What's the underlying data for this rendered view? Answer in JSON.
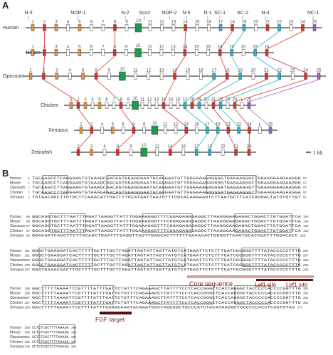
{
  "panels": {
    "a": "A",
    "b": "B"
  },
  "genome": {
    "regions": [
      "N-3",
      "NOP-1",
      "N-2",
      "Sox2",
      "NOP-2",
      "N-5",
      "N-1",
      "SC-1",
      "SC-2",
      "N-4",
      "NC-1"
    ],
    "species": [
      "Human",
      "Mouse",
      "Opossum",
      "Chicken",
      "Xenopus",
      "Zebrafish"
    ],
    "human_nums": [
      "1",
      "2",
      "3",
      "4",
      "5",
      "6",
      "7",
      "8",
      "9",
      "10",
      "11",
      "12",
      "13",
      "14",
      "15",
      "16",
      "17",
      "18",
      "19",
      "20",
      "21",
      "22",
      "23",
      "24",
      "25"
    ],
    "mouse_nums": [
      "1",
      "2",
      "3",
      "4",
      "5",
      "6",
      "7",
      "8",
      "9",
      "10",
      "11",
      "12",
      "13",
      "14",
      "15",
      "16",
      "18",
      "19",
      "20",
      "22",
      "24"
    ],
    "opossum_nums": [
      "1",
      "2",
      "3",
      "4",
      "5",
      "8",
      "9",
      "10",
      "11",
      "12",
      "13",
      "14",
      "15",
      "16",
      "17",
      "18",
      "19",
      "20",
      "21",
      "22",
      "23",
      "24",
      "25"
    ],
    "chicken_nums": [
      "1",
      "2",
      "3",
      "4",
      "5",
      "6",
      "7",
      "8",
      "9",
      "10",
      "11",
      "12",
      "13",
      "14",
      "15",
      "16",
      "17",
      "18",
      "19",
      "20",
      "21",
      "22",
      "23",
      "24",
      "L",
      "25"
    ],
    "xenopus_nums": [
      "1",
      "2",
      "4",
      "5",
      "6",
      "8",
      "9",
      "10",
      "11",
      "12",
      "14",
      "16",
      "17",
      "19",
      "21",
      "22",
      "24",
      "L",
      "25"
    ],
    "zebrafish_nums": [
      "2",
      "3",
      "4",
      "8",
      "9",
      "10",
      "12",
      "14",
      "16",
      "17",
      "19",
      "20",
      "21",
      "24"
    ],
    "scale_label": "1 kb",
    "sox2_label": "Sox2"
  },
  "alignment": {
    "species": [
      "Human",
      "Mouse",
      "Opossum",
      "Chicken",
      "Xenopus"
    ],
    "blocks": [
      {
        "start": [
          "1",
          "1",
          "1",
          "1",
          "1"
        ],
        "end": [
          "97",
          "97",
          "97",
          "97",
          "97"
        ],
        "rows": [
          "TGCAAGCCTCAGGAAGTGTAAAGCGACAGTGGAGGGAATGCAGGAATGTTGGGAAAGAGGGGTGAGAAGGGCTGGAAGGAAGAAGGG",
          "TGCAAGCCTCAGGAAGTGTAAAGCGACAGTGGAGGGAATGCAGGAATGTTGGGAAAGAGGGGTGAGAAGGGCTGGAAGGAAGAAGGG",
          "TGCAAGCCTTAGGAAGTGTAAAGCAACAGTGGAGGGAATGCAGGAATGTTGGGAAAGAGGGATGAGAAGGGTTGGAAGGAAGAAGGG",
          "TGCAAGCCTTAGGAAGTGTAAAGAAACAGTGGAGGGAATGCAGGAATGTTGGGAAAGAGGGATGAGAAGGGTTGGAAGGAAGAAGGA",
          "TGTAACAGCTTGTGCTTCAAACATTGATTTTGCATAATTAATGTTTGGCACAAAAAGTCTTAATGCTTCATCAGGACTATGTGTTAT"
        ]
      },
      {
        "start": [
          "98",
          "98",
          "97",
          "97",
          "95"
        ],
        "end": [
          "190",
          "190",
          "189",
          "189",
          "186"
        ],
        "rows": [
          "GGCAGGTGCTTTAATTTAGATTAAGGTTATTTGGAAAGGGTTTCGGAGAGGGAGGCTTAAGGGAAGAGACTGGACTTGTGGATTCA",
          "GGCAGGTGCTTTAATTTAGATTAAGGTTATTTGGAAAGGGTTTCGGAGAGGGAGGCTTAAGGGAAGAGACTGGACTTGTGGATTCA",
          "GGCAGGTGCTTTAATTTAGATTAAGGTTATTTGGAAAGGGTTTCGGAGAGGGAGGCTTAAGGGAAGAGACTGGACTTGTGGATTCA",
          "GGCAGGTGCTTTAATTTAGATTAAGGTTATTTGGAAAGGGTTTCGGAGAGGGAGGCTTAAGGGAAGAGACTGGACTTGTGGATTCA",
          "GGAAGATCAGCTTCTTACAGCTGAATTTGAGGTTAGTTGAGCACTTTTTTAAAACACTGGGGTTAAGTGCACAGATTTGGACACC"
        ]
      },
      {
        "start": [
          "191",
          "191",
          "190",
          "190",
          "187"
        ],
        "end": [
          "287",
          "287",
          "286",
          "286",
          "283"
        ],
        "rows": [
          "GGGCTGAAGGATCACTTTTTGCTTTGCTTAGATTAGTATTAGTTATGTCATGAATTCTCTTTGATCGCGGGTTTTATACCCCCTTTG",
          "GGGCTGAAGGATCACTTTTTGCTTTGCTTAGATTAGTATTAGTTATGTCATGAATTCTCTTTGATCGCGGGTTTTATACCCCCTTTG",
          "GGGCTGAAGGATCACTTTTTGCTTTGCTTAGATTAGTATTAGTTATGTCATGAATTCTCTTTGATCGCGGGTTTTATACCCCCTTTG",
          "GGGCTGAAGGATCACTTTTTGCTTTGCTTAGATTAGTATTAGTTATGTCATGAATTCTCTTTGATCGCGGGTTTTATACCCCCTTTG",
          "GGATGAAACGACTTGCTTTTGCTTTGCTTAGATTAGTATTAGTTATGTCATGAATTCTCTTTGATCGCGGGTTTTATACCCCCTTTG"
        ]
      },
      {
        "start": [
          "288",
          "288",
          "287",
          "287",
          "284"
        ],
        "end": [
          "382",
          "382",
          "381",
          "381",
          "377"
        ],
        "rows": [
          "GGCTTTTTAAAATTCGTTTTATTTGATTCTGTTTCAGAAAGCTTATTTTCCTCACCGGGCTCACCAGGGCTACCCCCACCCCGGTTTG",
          "GGCTTTTTAAAATTCGTTTTATTTGATTCTGTTTCAGAAAGCTTATTTTCCTCACCGGGCTCACCAGGGCTACCCCCACCCCGGTTTG",
          "GGCTTTTTAAAATTCGTTTTATTTGATTCTGTTTCAGAAAGCTTATTTTCCTCACCGGGCTCACCAGGGCTACCCCCACCCCGGTTTG",
          "GGCTTTTTAAAATTCGTTTTATTTGATTCTGTTTCAGAAAGCTTATTTTCCTCACCGGGCTCACCAGGGCTACCCCCACCCCGGTTTG",
          "GACTTTTTGAAATTCGTTTTATTTGAAACAAATACAAATGGCTAGGGGCTGCCCATCTACATAAGGCTGCCCCCACCTCAGTGTAG"
        ]
      },
      {
        "start": [
          "383",
          "383",
          "382",
          "382",
          "378"
        ],
        "end": [
          "398",
          "398",
          "397",
          "397",
          "393"
        ],
        "rows": [
          "CCTCTCGCTTTTAAAGA",
          "CCTCTCGCTTTTAAAGA",
          "CCTCTCGCTTTTAAAGA",
          "CCTCTCGCTTTTAAAGA",
          "CCTCTCGCTCTTAAAGA"
        ]
      }
    ],
    "core_label": "Core sequence",
    "lef1_label_1": "Lef1 site",
    "lef1_label_2": "Lef1 site",
    "fgf_label": "FGF target"
  },
  "colors": {
    "red": "#d8342c",
    "cyan": "#2ab6c6",
    "orange": "#e8923a",
    "purple": "#9b63c9",
    "green": "#1e9a4a",
    "annotation": "#7a1a1a"
  }
}
